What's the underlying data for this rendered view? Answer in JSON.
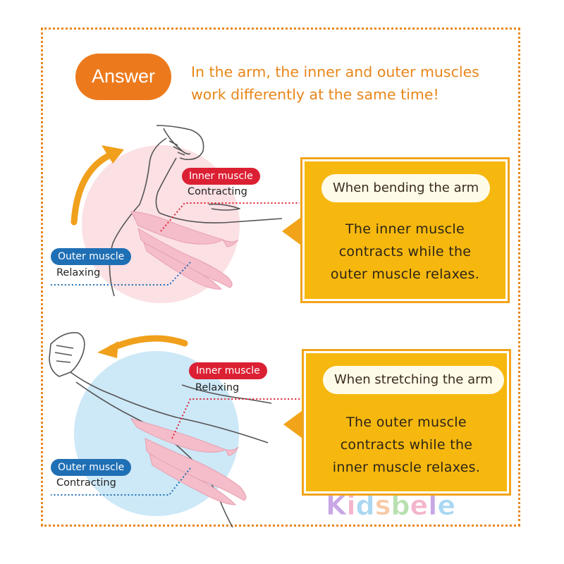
{
  "answer": {
    "badge": "Answer",
    "lines": [
      "In the arm, the inner and outer muscles",
      "work differently at the same time!"
    ]
  },
  "bending": {
    "inner_tag": "Inner muscle",
    "inner_state": "Contracting",
    "outer_tag": "Outer muscle",
    "outer_state": "Relaxing",
    "card_heading": "When bending the arm",
    "card_lines": [
      "The inner muscle",
      "contracts while the",
      "outer muscle relaxes."
    ]
  },
  "stretching": {
    "inner_tag": "Inner muscle",
    "inner_state": "Relaxing",
    "outer_tag": "Outer muscle",
    "outer_state": "Contracting",
    "card_heading": "When stretching the arm",
    "card_lines": [
      "The outer muscle",
      "contracts while the",
      "inner muscle relaxes."
    ]
  },
  "watermark": "Kidsbele",
  "colors": {
    "frame": "#e8881c",
    "badge": "#ec7a1d",
    "inner_tag": "#dc2033",
    "outer_tag": "#1f6fb5",
    "card": "#f6b80e",
    "bend_circle": "#fbe0e4",
    "stretch_circle": "#cde8f7",
    "muscle": "#f4bdc9"
  }
}
